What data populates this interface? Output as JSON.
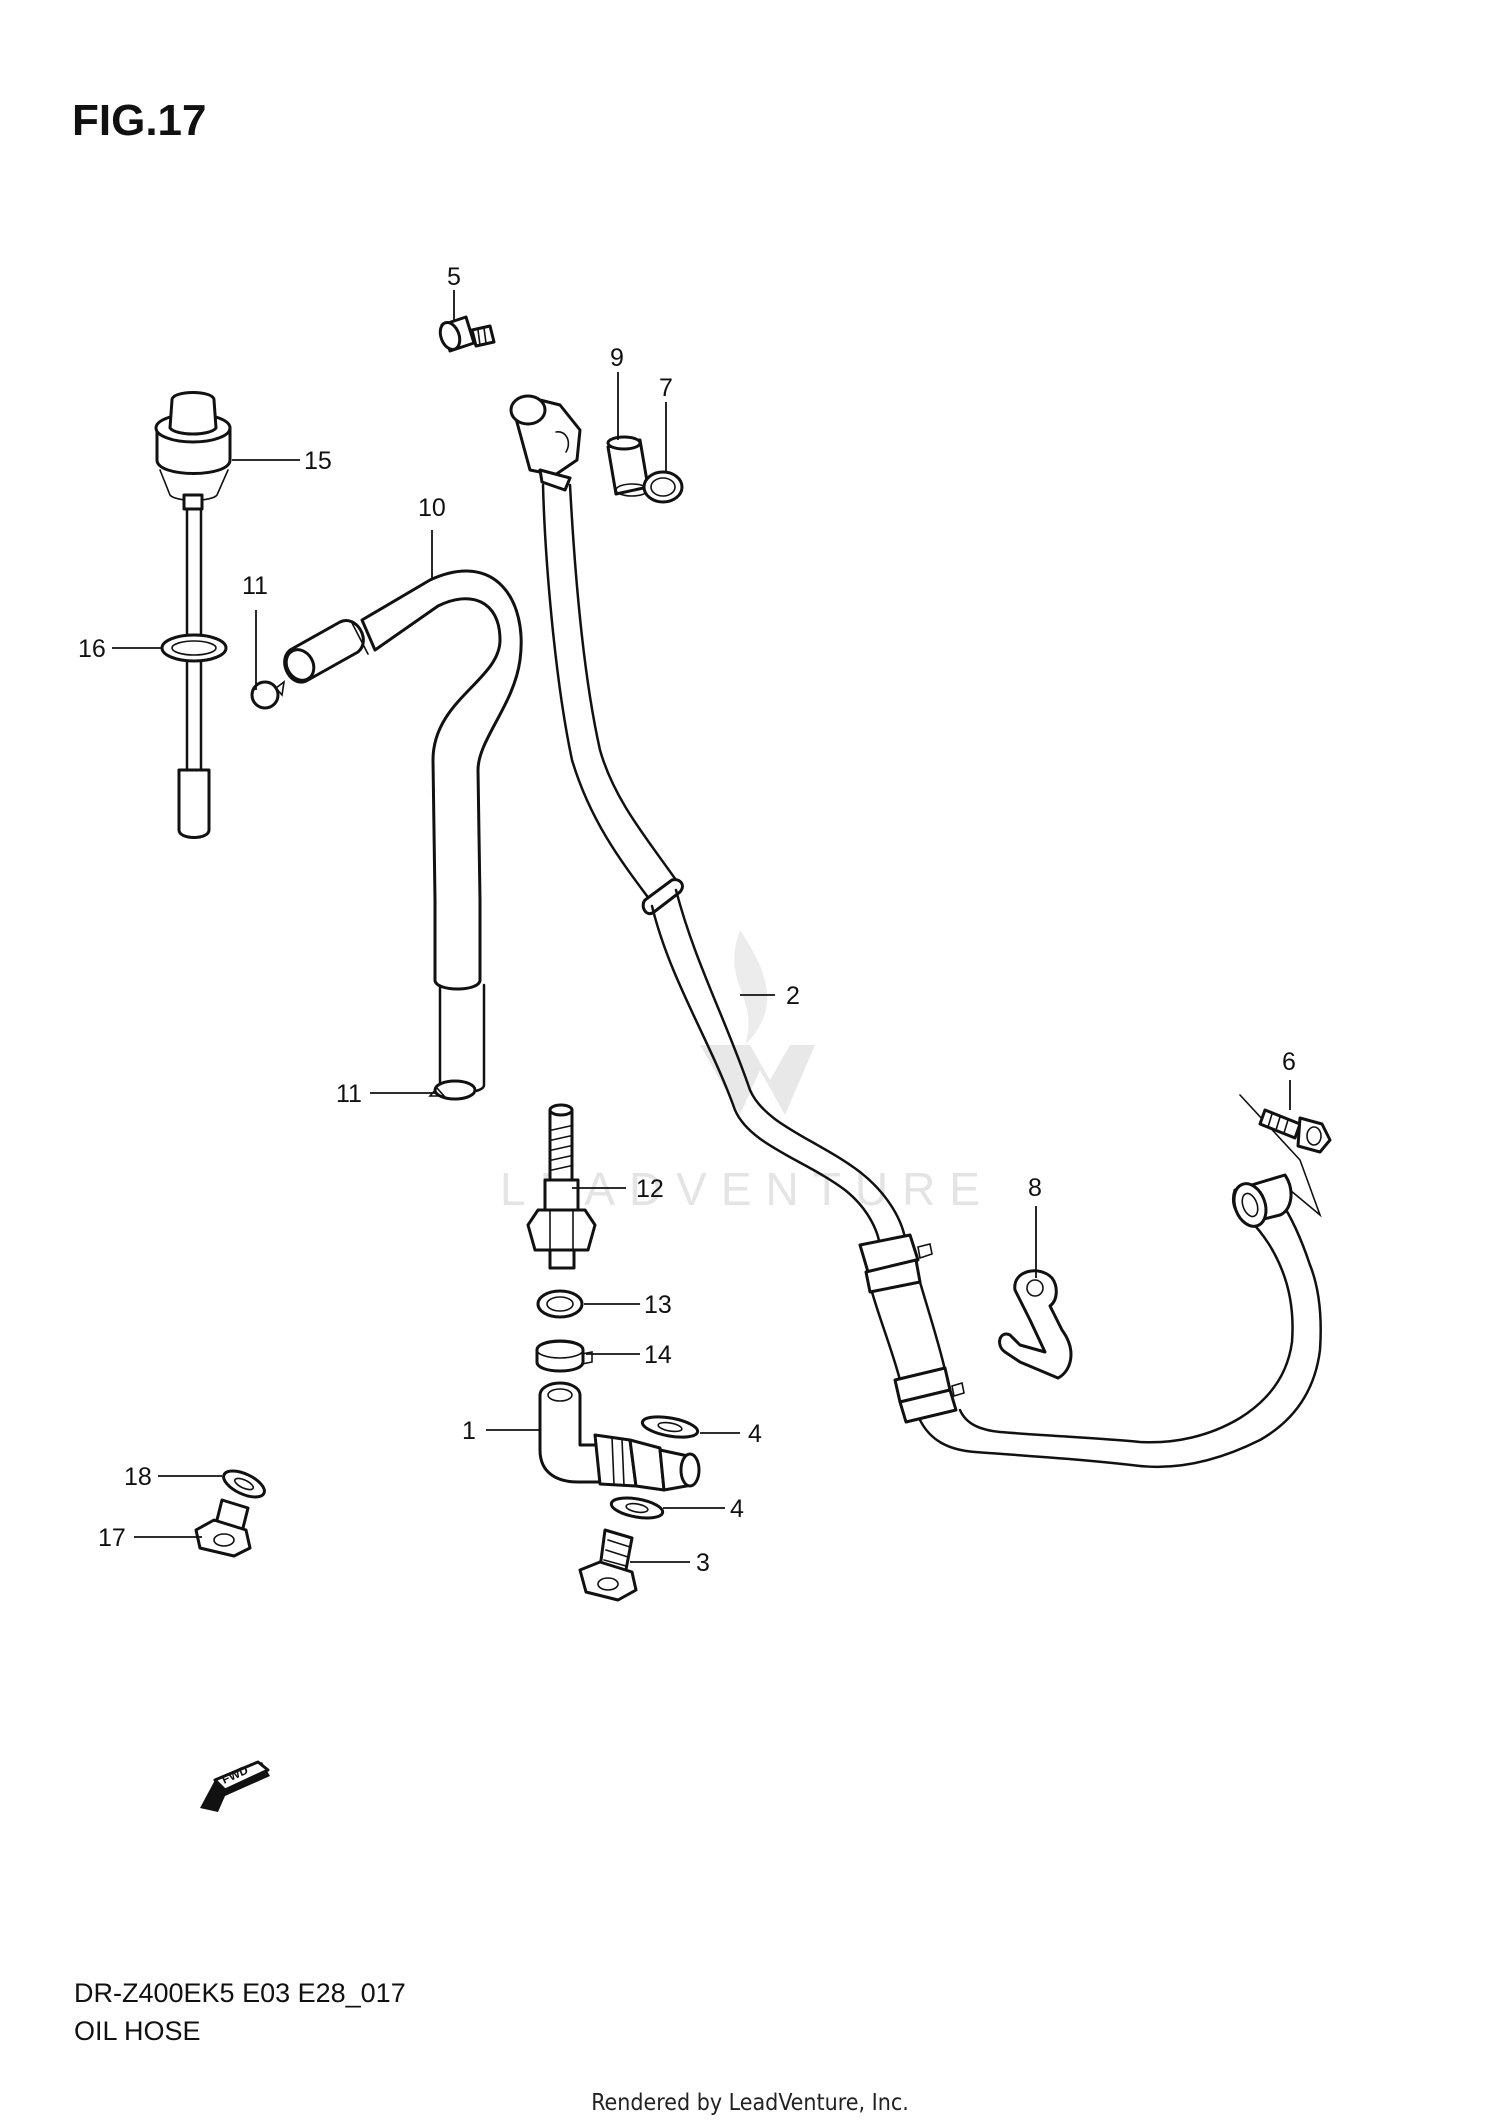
{
  "figure": {
    "title": "FIG.17"
  },
  "model": {
    "code": "DR-Z400EK5 E03 E28_017",
    "name": "OIL HOSE"
  },
  "footer": {
    "rendered_by": "Rendered by LeadVenture, Inc."
  },
  "watermark": {
    "text": "LEADVENTURE"
  },
  "fwd_marker": {
    "label": "FWD"
  },
  "callouts": {
    "p1": "1",
    "p2": "2",
    "p3": "3",
    "p4a": "4",
    "p4b": "4",
    "p5": "5",
    "p6": "6",
    "p7": "7",
    "p8": "8",
    "p9": "9",
    "p10": "10",
    "p11a": "11",
    "p11b": "11",
    "p12": "12",
    "p13": "13",
    "p14": "14",
    "p15": "15",
    "p16": "16",
    "p17": "17",
    "p18": "18"
  }
}
